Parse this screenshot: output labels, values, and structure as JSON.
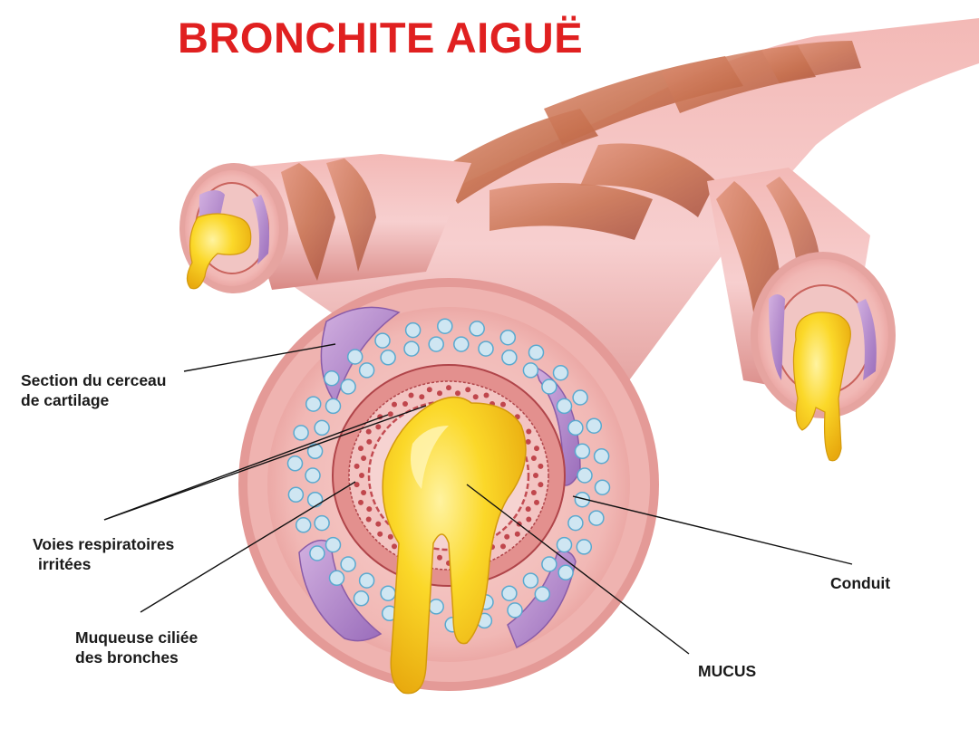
{
  "title": "BRONCHITE AIGUË",
  "colors": {
    "title": "#e02020",
    "tissue_light": "#f4c2c4",
    "tissue_mid": "#e8a0a2",
    "tissue_dark": "#c26a5a",
    "cartilage": "#b98fcf",
    "mucus": "#f7cf1a",
    "mucus_light": "#fde870",
    "cells": "#5aa9cf",
    "leader_line": "#111111"
  },
  "labels": {
    "cartilage": {
      "line1": "Section du cerceau",
      "line2": "de cartilage"
    },
    "airways": {
      "line1": "Voies respiratoires",
      "line2": "irritées"
    },
    "mucosa": {
      "line1": "Muqueuse ciliée",
      "line2": "des bronches"
    },
    "duct": "Conduit",
    "mucus": "MUCUS"
  }
}
